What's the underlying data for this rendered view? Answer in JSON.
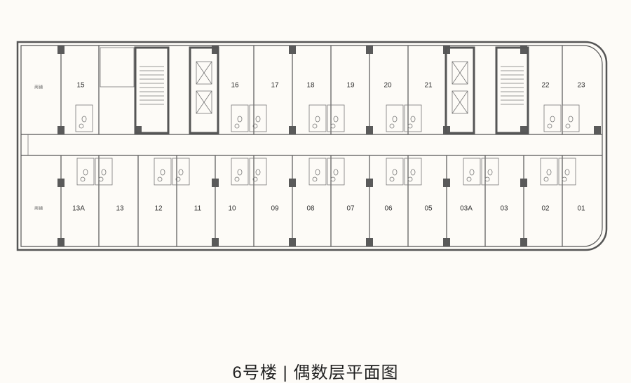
{
  "title": "6号楼 | 偶数层平面图",
  "side_room_label": "商铺",
  "top_units": [
    "15",
    "16",
    "17",
    "18",
    "19",
    "20",
    "21",
    "22",
    "23"
  ],
  "bottom_units": [
    "13A",
    "13",
    "12",
    "11",
    "10",
    "09",
    "08",
    "07",
    "06",
    "05",
    "03A",
    "03",
    "02",
    "01"
  ]
}
